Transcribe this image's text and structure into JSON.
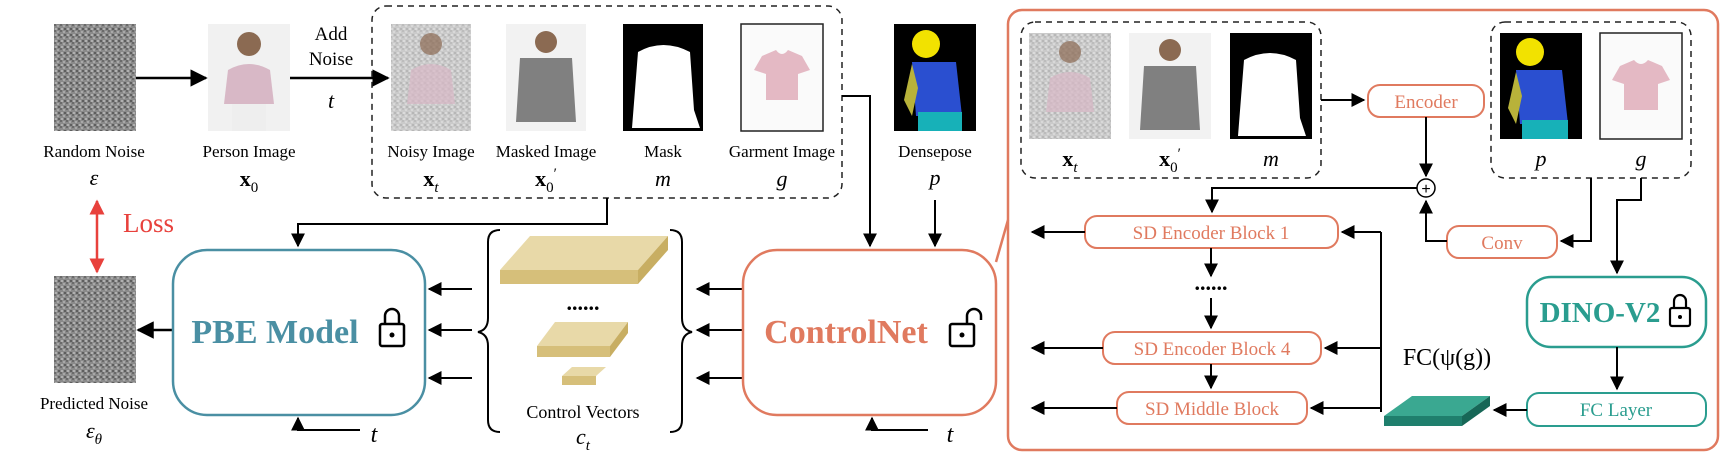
{
  "left": {
    "random_noise": {
      "label": "Random Noise",
      "symbol": "ε"
    },
    "person_image": {
      "label": "Person Image",
      "symbol": "x",
      "sub": "0"
    },
    "add_noise": {
      "line1": "Add",
      "line2": "Noise",
      "t": "t"
    },
    "inputs": [
      {
        "label": "Noisy Image",
        "symbol": "x",
        "sub": "t"
      },
      {
        "label": "Masked Image",
        "symbol": "x",
        "sub": "0",
        "prime": "′"
      },
      {
        "label": "Mask",
        "symbol": "m"
      },
      {
        "label": "Garment Image",
        "symbol": "g"
      }
    ],
    "densepose": {
      "label": "Densepose",
      "symbol": "p"
    },
    "loss": "Loss",
    "predicted_noise": {
      "label": "Predicted Noise",
      "symbol": "ε",
      "sub": "θ"
    },
    "pbe_model": "PBE Model",
    "control_vectors": {
      "dots": "......",
      "label": "Control Vectors",
      "symbol": "c",
      "sub": "t"
    },
    "controlnet": "ControlNet",
    "t_pbe": "t",
    "t_cn": "t"
  },
  "right": {
    "inputs_left": [
      {
        "symbol": "x",
        "sub": "t"
      },
      {
        "symbol": "x",
        "sub": "0",
        "prime": "′"
      },
      {
        "symbol": "m"
      }
    ],
    "inputs_right": [
      {
        "symbol": "p"
      },
      {
        "symbol": "g"
      }
    ],
    "encoder": "Encoder",
    "plus": "+",
    "conv": "Conv",
    "sd_block_1": "SD Encoder Block 1",
    "dots": "......",
    "sd_block_4": "SD Encoder Block 4",
    "sd_middle": "SD Middle Block",
    "fc_psi": "FC(ψ(g))",
    "dino": "DINO-V2",
    "fc_layer": "FC Layer"
  },
  "colors": {
    "orange": "#e07a5f",
    "teal": "#2a9d8f",
    "blue": "#4a8fa3",
    "red": "#e8413c",
    "tan": "#dcc68a"
  }
}
